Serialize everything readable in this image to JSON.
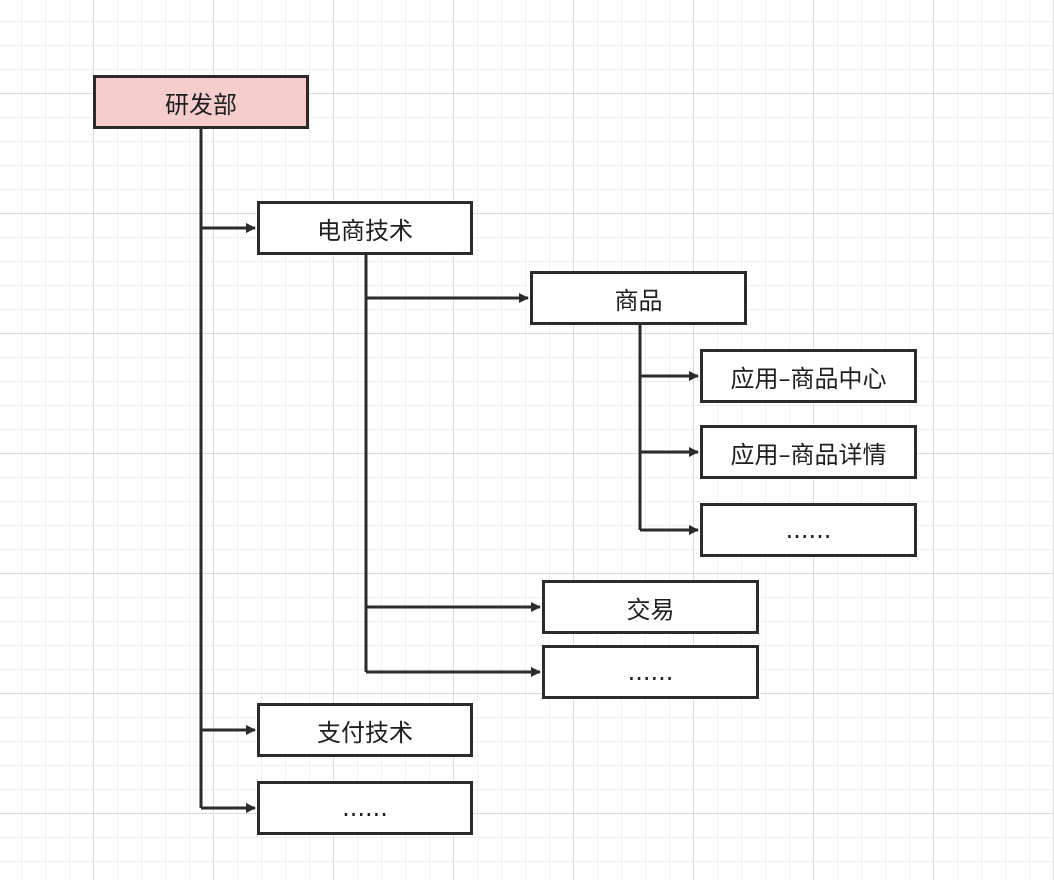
{
  "diagram": {
    "colors": {
      "line": "#2b2b2b",
      "root_fill": "#f6cdcd",
      "node_fill": "#ffffff"
    },
    "nodes": {
      "root": "研发部",
      "ecommerce": "电商技术",
      "goods": "商品",
      "goods_center": "应用–商品中心",
      "goods_detail": "应用–商品详情",
      "goods_more": "......",
      "trade": "交易",
      "ecommerce_more": "......",
      "payment": "支付技术",
      "root_more": "......"
    }
  }
}
